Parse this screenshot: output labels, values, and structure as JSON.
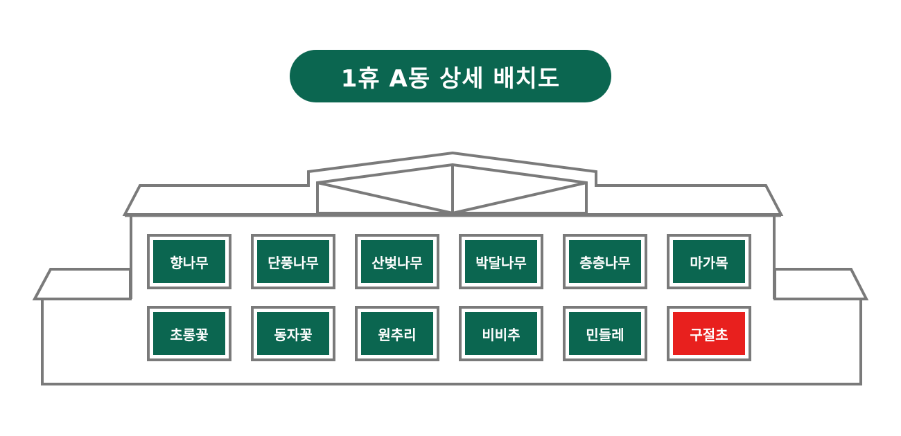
{
  "title": "1휴 A동 상세 배치도",
  "colors": {
    "room": "#0b6650",
    "highlight": "#e8201e",
    "outline": "#7a7a7a"
  },
  "rooms_top": [
    {
      "label": "향나무"
    },
    {
      "label": "단풍나무"
    },
    {
      "label": "산벚나무"
    },
    {
      "label": "박달나무"
    },
    {
      "label": "층층나무"
    },
    {
      "label": "마가목"
    }
  ],
  "rooms_bottom": [
    {
      "label": "초롱꽃"
    },
    {
      "label": "동자꽃"
    },
    {
      "label": "원추리"
    },
    {
      "label": "비비추"
    },
    {
      "label": "민들레"
    },
    {
      "label": "구절초",
      "highlighted": true
    }
  ]
}
